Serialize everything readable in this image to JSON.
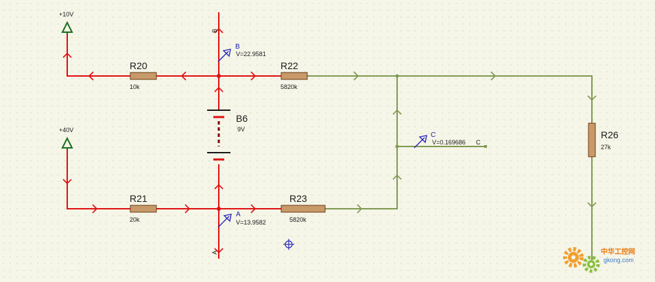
{
  "power": [
    {
      "id": "p10",
      "label": "+10V"
    },
    {
      "id": "p40",
      "label": "+40V"
    }
  ],
  "resistors": [
    {
      "id": "r20",
      "ref": "R20",
      "value": "10k"
    },
    {
      "id": "r21",
      "ref": "R21",
      "value": "20k"
    },
    {
      "id": "r22",
      "ref": "R22",
      "value": "5820k"
    },
    {
      "id": "r23",
      "ref": "R23",
      "value": "5820k"
    },
    {
      "id": "r26",
      "ref": "R26",
      "value": "27k"
    }
  ],
  "battery": {
    "ref": "B6",
    "value": "9V"
  },
  "probes": [
    {
      "id": "pb",
      "letter": "B",
      "reading": "V=22.9581"
    },
    {
      "id": "pa",
      "letter": "A",
      "reading": "V=13.9582"
    },
    {
      "id": "pc",
      "letter": "C",
      "reading": "V=0.169686",
      "terminal": "C"
    }
  ],
  "terminals": {
    "top": "B",
    "bottom": "A"
  },
  "colors": {
    "background": "#f5f5e8",
    "grid_dot": "#b8b8a8",
    "live_wire": "#e01010",
    "low_wire": "#7f9a52",
    "resistor_body": "#c89a6a",
    "probe": "#2a2ab8",
    "power_arrow": "#1f6e1f"
  },
  "watermark": {
    "chinese": "中华工控网",
    "domain": "gkong.com",
    "icon": "gear-icon"
  }
}
